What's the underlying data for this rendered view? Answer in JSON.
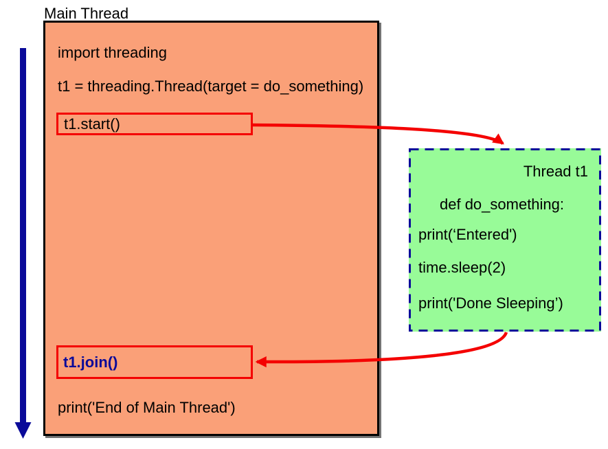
{
  "main_thread": {
    "label": "Main Thread",
    "line_import": "import threading",
    "line_create": "t1 = threading.Thread(target = do_something)",
    "line_start": "t1.start()",
    "line_join": "t1.join()",
    "line_end": "print('End of Main Thread')"
  },
  "thread_t1": {
    "label": "Thread t1",
    "line_def": "def do_something:",
    "line_entered": "print(‘Entered')",
    "line_sleep": "time.sleep(2)",
    "line_done": "print('Done Sleeping’)"
  },
  "colors": {
    "canvas-bg": "#FFFFFF",
    "main-box-fill": "#FAA078",
    "main-box-border": "#000000",
    "thread-box-fill": "#98FB98",
    "navy": "#0A0A99",
    "red": "#F40000",
    "text": "#000000"
  }
}
